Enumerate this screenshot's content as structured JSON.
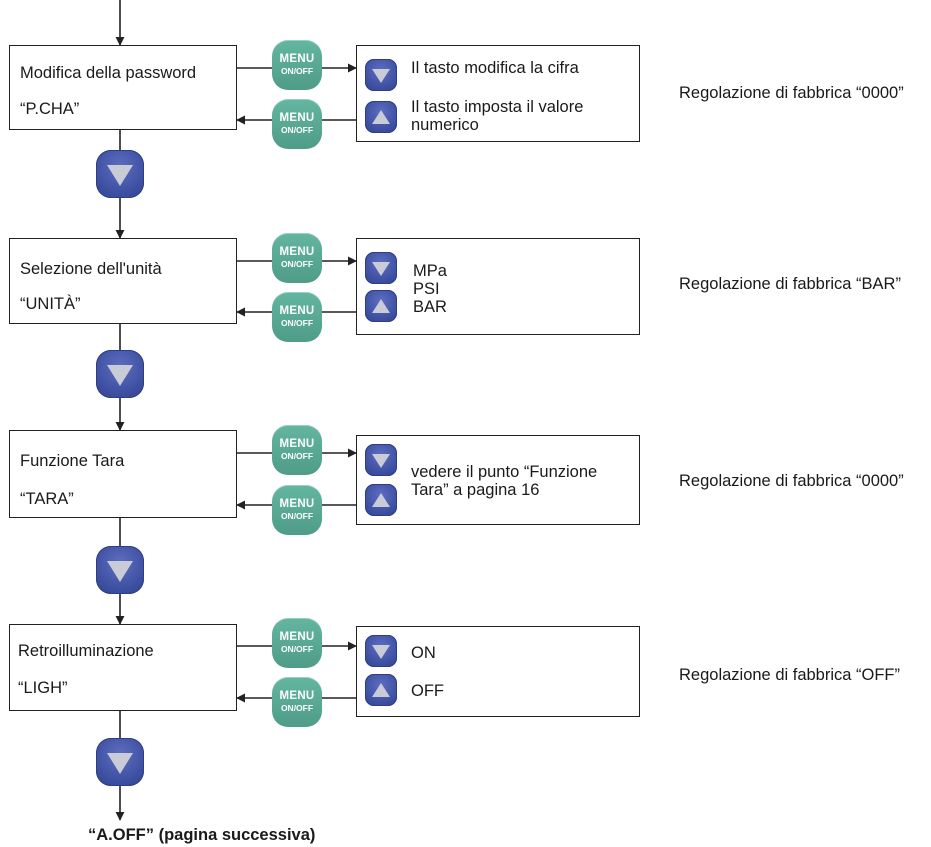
{
  "buttons": {
    "menu_line1": "MENU",
    "menu_line2": "ON/OFF",
    "down_icon": "down-triangle-icon",
    "up_icon": "up-triangle-icon"
  },
  "colors": {
    "menu_button": "#56a48f",
    "nav_button": "#3f51a3",
    "triangle": "#c9cbd6"
  },
  "steps": [
    {
      "title": "Modifica della password",
      "code": "“P.CHA”",
      "options": [
        "Il tasto modifica la cifra",
        "Il tasto imposta il valore",
        "numerico"
      ],
      "factory": "Regolazione di fabbrica “0000”"
    },
    {
      "title": "Selezione dell'unità",
      "code": "“UNITÀ”",
      "options": [
        "MPa",
        "PSI",
        "BAR"
      ],
      "factory": "Regolazione di fabbrica “BAR”"
    },
    {
      "title": "Funzione Tara",
      "code": "“TARA”",
      "options": [
        "vedere il punto “Funzione",
        "Tara” a pagina 16"
      ],
      "factory": "Regolazione di fabbrica “0000”"
    },
    {
      "title": "Retroilluminazione",
      "code": "“LIGH”",
      "options": [
        "ON",
        "OFF"
      ],
      "factory": "Regolazione di fabbrica “OFF”"
    }
  ],
  "footer": "“A.OFF” (pagina successiva)"
}
